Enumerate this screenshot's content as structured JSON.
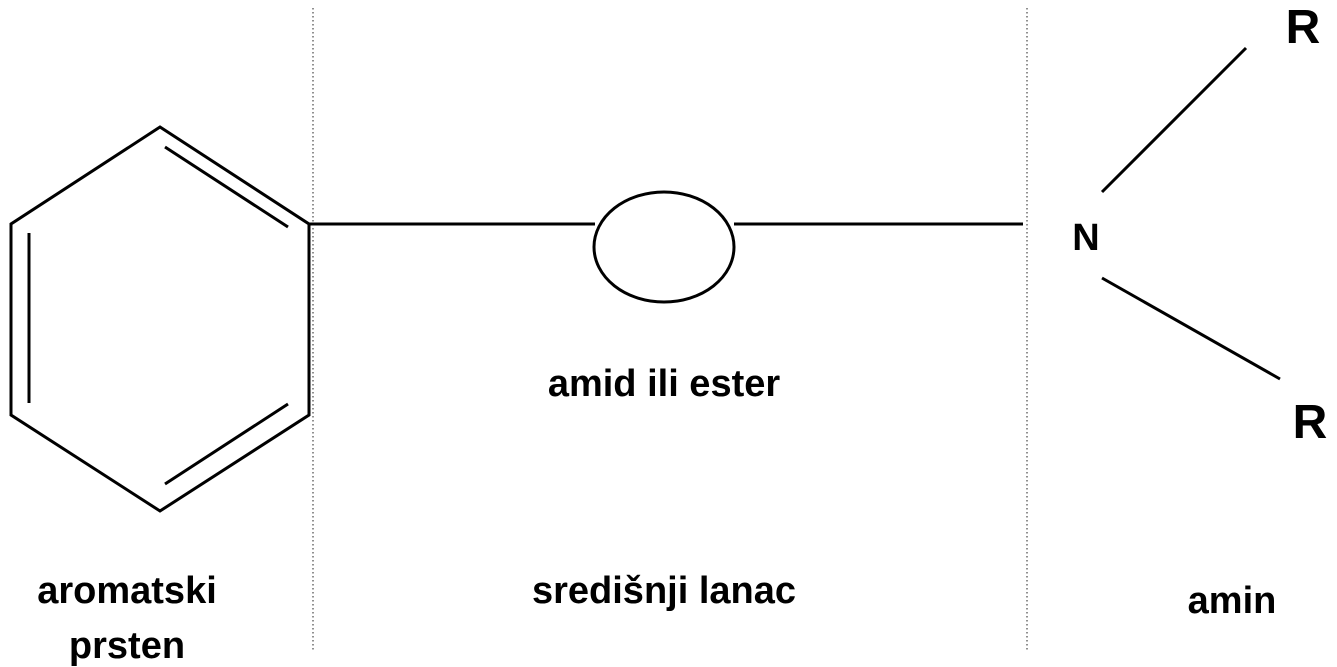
{
  "labels": {
    "aromatic_line1": "aromatski",
    "aromatic_line2": "prsten",
    "central_chain": "središnji lanac",
    "linkage": "amid ili ester",
    "amine": "amin"
  },
  "atoms": {
    "nitrogen": "N",
    "r_top": "R",
    "r_bottom": "R"
  }
}
